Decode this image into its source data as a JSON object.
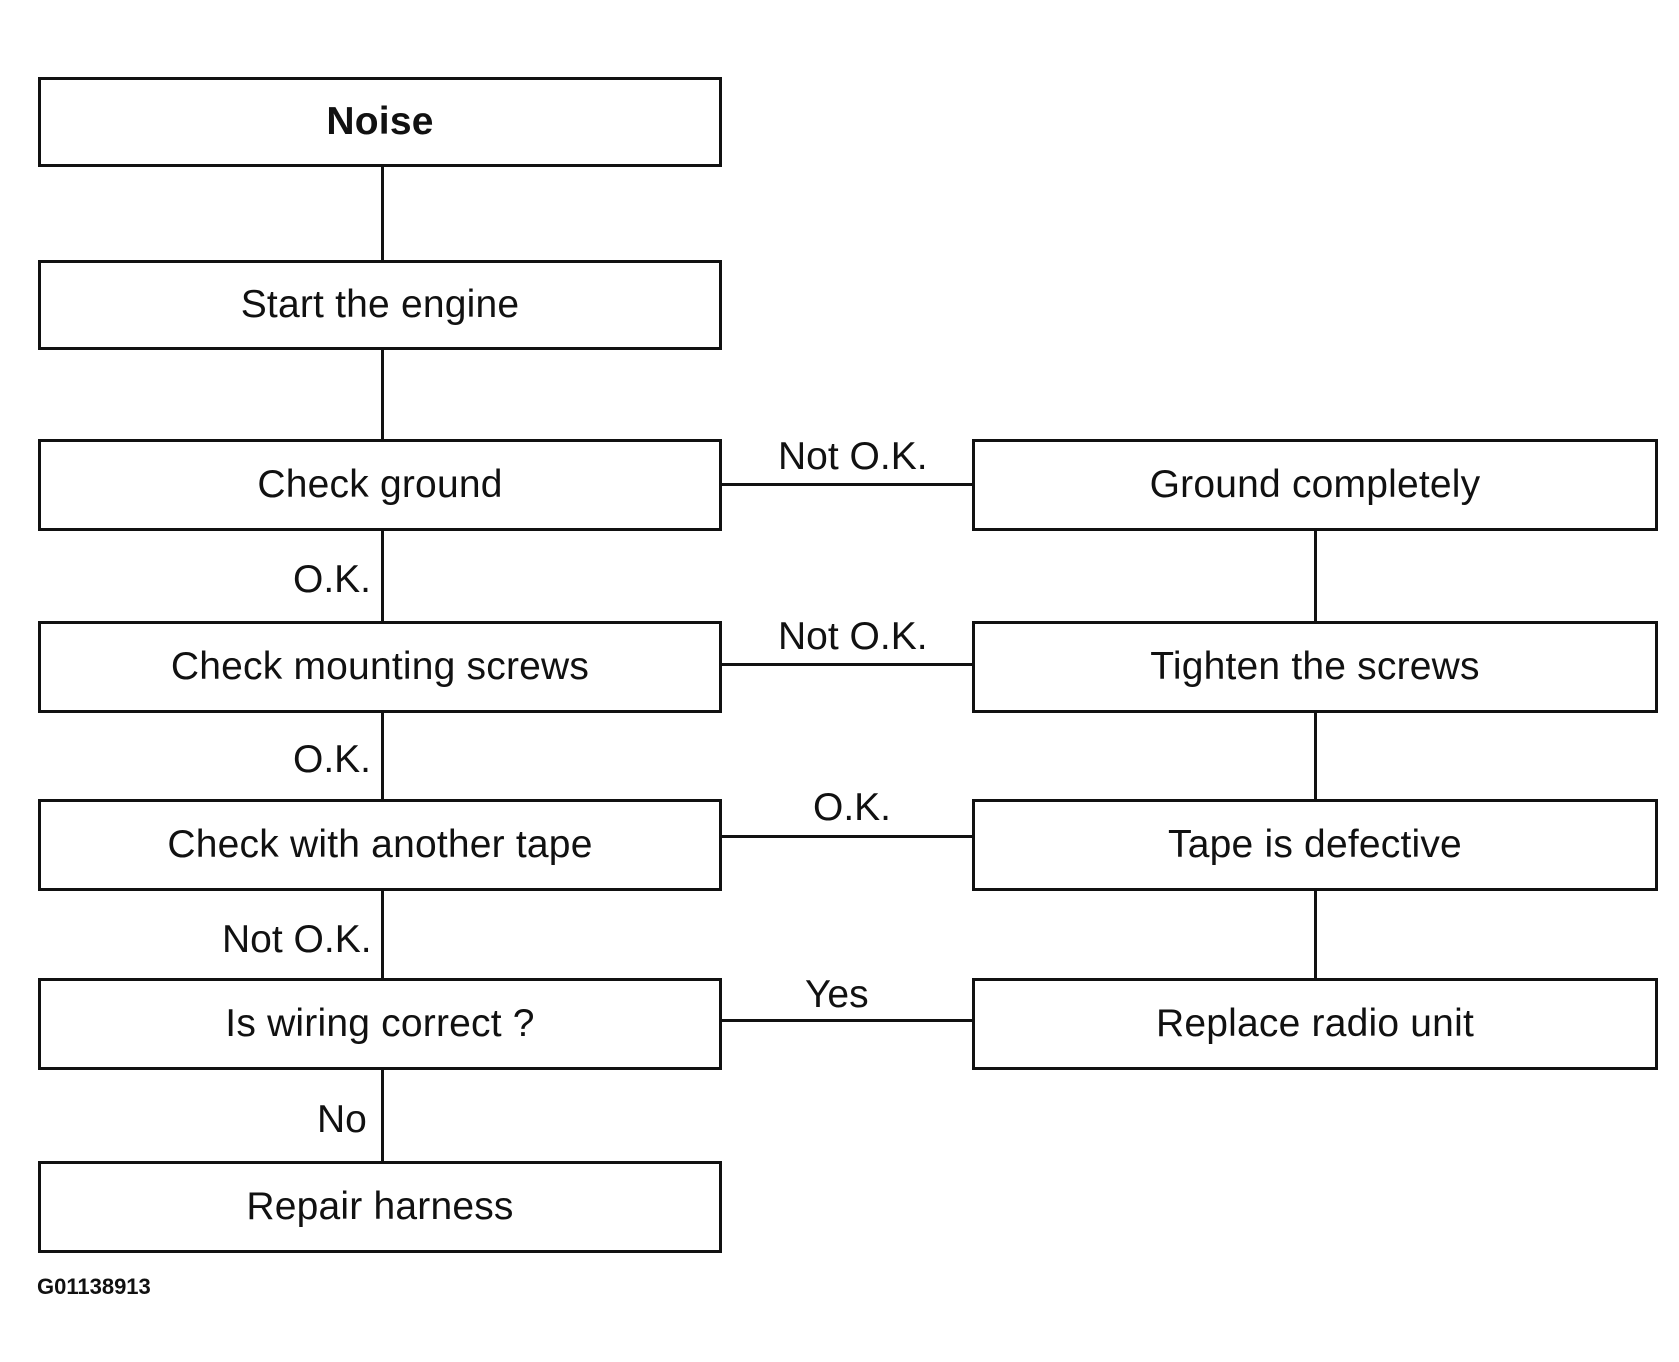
{
  "boxes": {
    "noise": "Noise",
    "start_engine": "Start the engine",
    "check_ground": "Check ground",
    "check_screws": "Check mounting screws",
    "check_tape": "Check with another tape",
    "wiring": "Is wiring correct ?",
    "repair_harness": "Repair harness",
    "ground_completely": "Ground completely",
    "tighten_screws": "Tighten the screws",
    "tape_defective": "Tape is defective",
    "replace_radio": "Replace radio unit"
  },
  "edge_labels": {
    "ground_ok": "O.K.",
    "ground_not_ok": "Not O.K.",
    "screws_ok": "O.K.",
    "screws_not_ok": "Not O.K.",
    "tape_ok": "O.K.",
    "tape_not_ok": "Not O.K.",
    "wiring_yes": "Yes",
    "wiring_no": "No"
  },
  "figure_code": "G01138913"
}
